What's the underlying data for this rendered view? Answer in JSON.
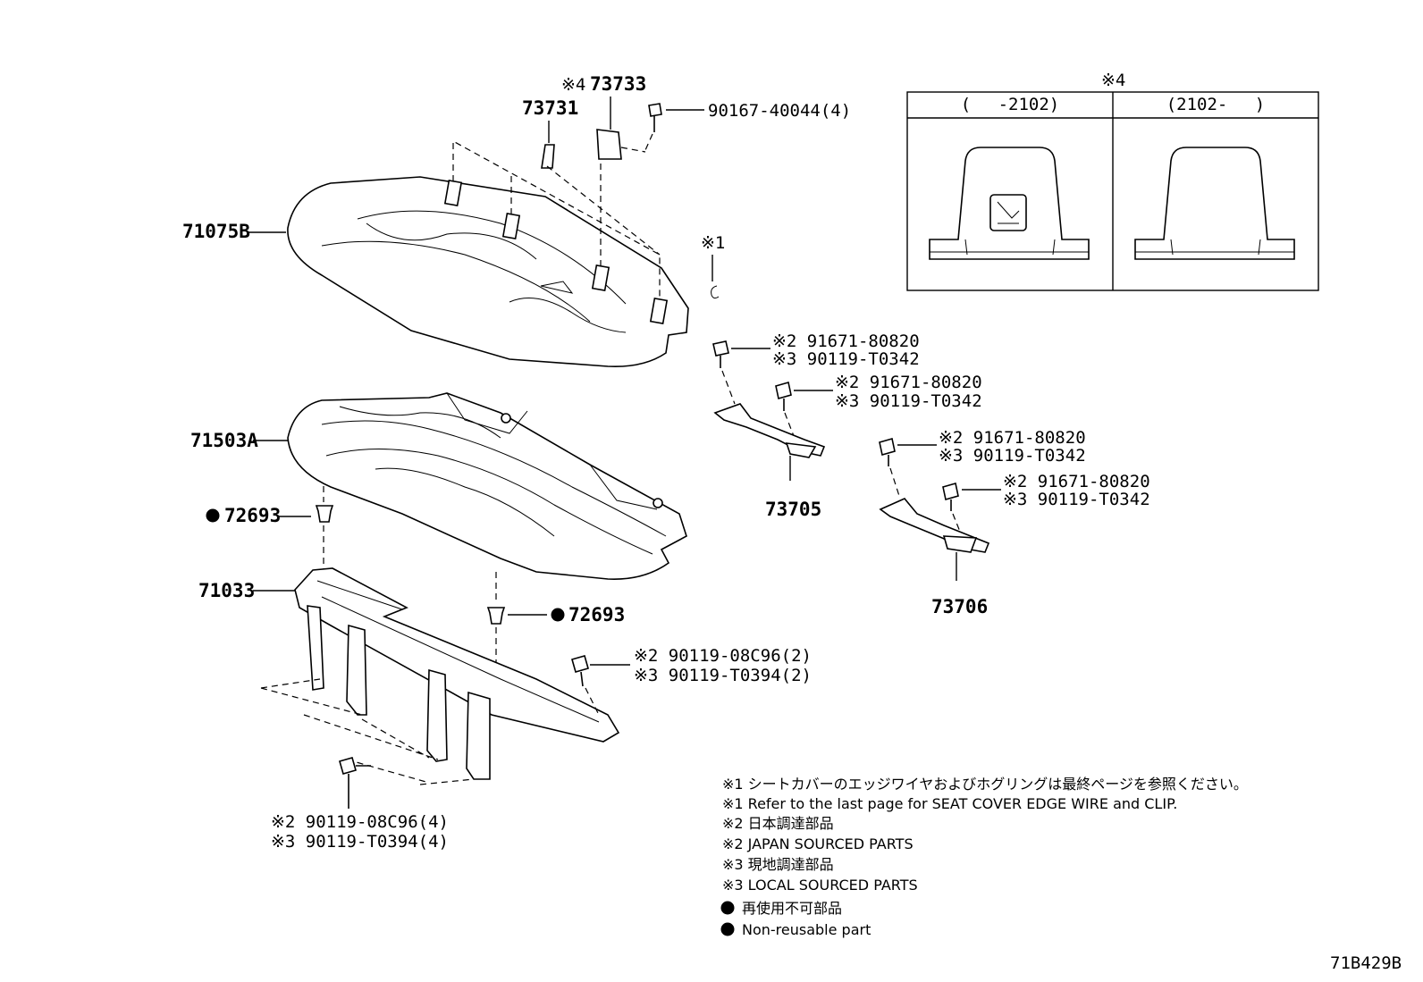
{
  "parts": {
    "p73733": {
      "prefix": "※4",
      "number": "73733"
    },
    "p73731": {
      "number": "73731"
    },
    "p90167": {
      "number": "90167-40044(4)"
    },
    "p71075B": {
      "number": "71075B"
    },
    "p71503A": {
      "number": "71503A"
    },
    "p72693a": {
      "number": "72693"
    },
    "p72693b": {
      "number": "72693"
    },
    "p71033": {
      "number": "71033"
    },
    "p73705": {
      "number": "73705"
    },
    "p73706": {
      "number": "73706"
    },
    "note1mark": {
      "number": "※1"
    },
    "bolt1": {
      "line1": "※2 91671-80820",
      "line2": "※3 90119-T0342"
    },
    "bolt2": {
      "line1": "※2 91671-80820",
      "line2": "※3 90119-T0342"
    },
    "bolt3": {
      "line1": "※2 91671-80820",
      "line2": "※3 90119-T0342"
    },
    "bolt4": {
      "line1": "※2 91671-80820",
      "line2": "※3 90119-T0342"
    },
    "bolt5": {
      "line1": "※2 90119-08C96(2)",
      "line2": "※3 90119-T0394(2)"
    },
    "bolt6": {
      "line1": "※2 90119-08C96(4)",
      "line2": "※3 90119-T0394(4)"
    }
  },
  "inset": {
    "mark": "※4",
    "col_left": "(　 -2102)",
    "col_right": "(2102-　 )"
  },
  "legend": [
    "※1 シートカバーのエッジワイヤおよびホグリングは最終ページを参照ください。",
    "※1 Refer to the last page for SEAT COVER EDGE WIRE and CLIP.",
    "※2 日本調達部品",
    "※2 JAPAN SOURCED PARTS",
    "※3 現地調達部品",
    "※3 LOCAL SOURCED PARTS",
    "再使用不可部品",
    "Non-reusable part"
  ],
  "figure_id": "71B429B"
}
